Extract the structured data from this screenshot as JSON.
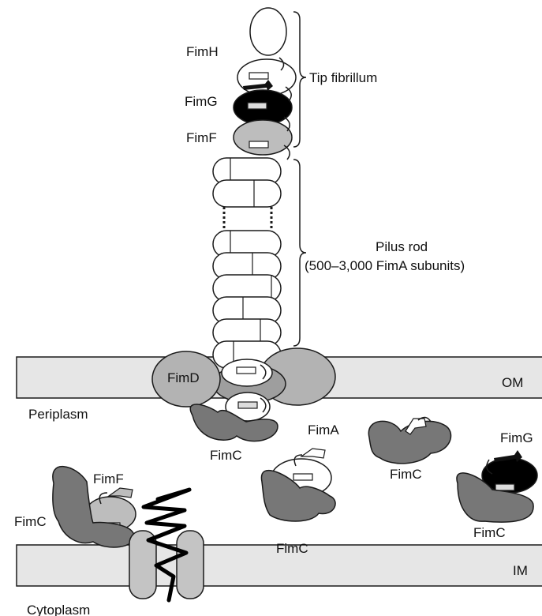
{
  "labels": {
    "fimH": "FimH",
    "fimG_tip": "FimG",
    "fimF_tip": "FimF",
    "tip_fibrillum": "Tip fibrillum",
    "pilus_rod_line1": "Pilus rod",
    "pilus_rod_line2": "(500–3,000 FimA subunits)",
    "fimD": "FimD",
    "om": "OM",
    "periplasm": "Periplasm",
    "fimC_center": "FimC",
    "fimA": "FimA",
    "fimC_middle": "FimC",
    "fimC_right_top": "FimC",
    "fimG_right": "FimG",
    "fimC_right": "FimC",
    "fimF_left": "FimF",
    "fimC_left": "FimC",
    "im": "IM",
    "cytoplasm": "Cytoplasm"
  },
  "colors": {
    "membrane_fill": "#e6e6e6",
    "chaperone_fill": "#777777",
    "usher_fill": "#b3b3b3",
    "subunit_white": "#ffffff",
    "fimG_fill": "#000000",
    "fimF_fill": "#bdbdbd",
    "outline": "#1a1a1a"
  },
  "icons": {
    "tip_fibrillum_brace": "curly-brace-icon",
    "pilus_rod_brace": "curly-brace-icon",
    "inner_membrane_protein": "transmembrane-helix-icon"
  }
}
